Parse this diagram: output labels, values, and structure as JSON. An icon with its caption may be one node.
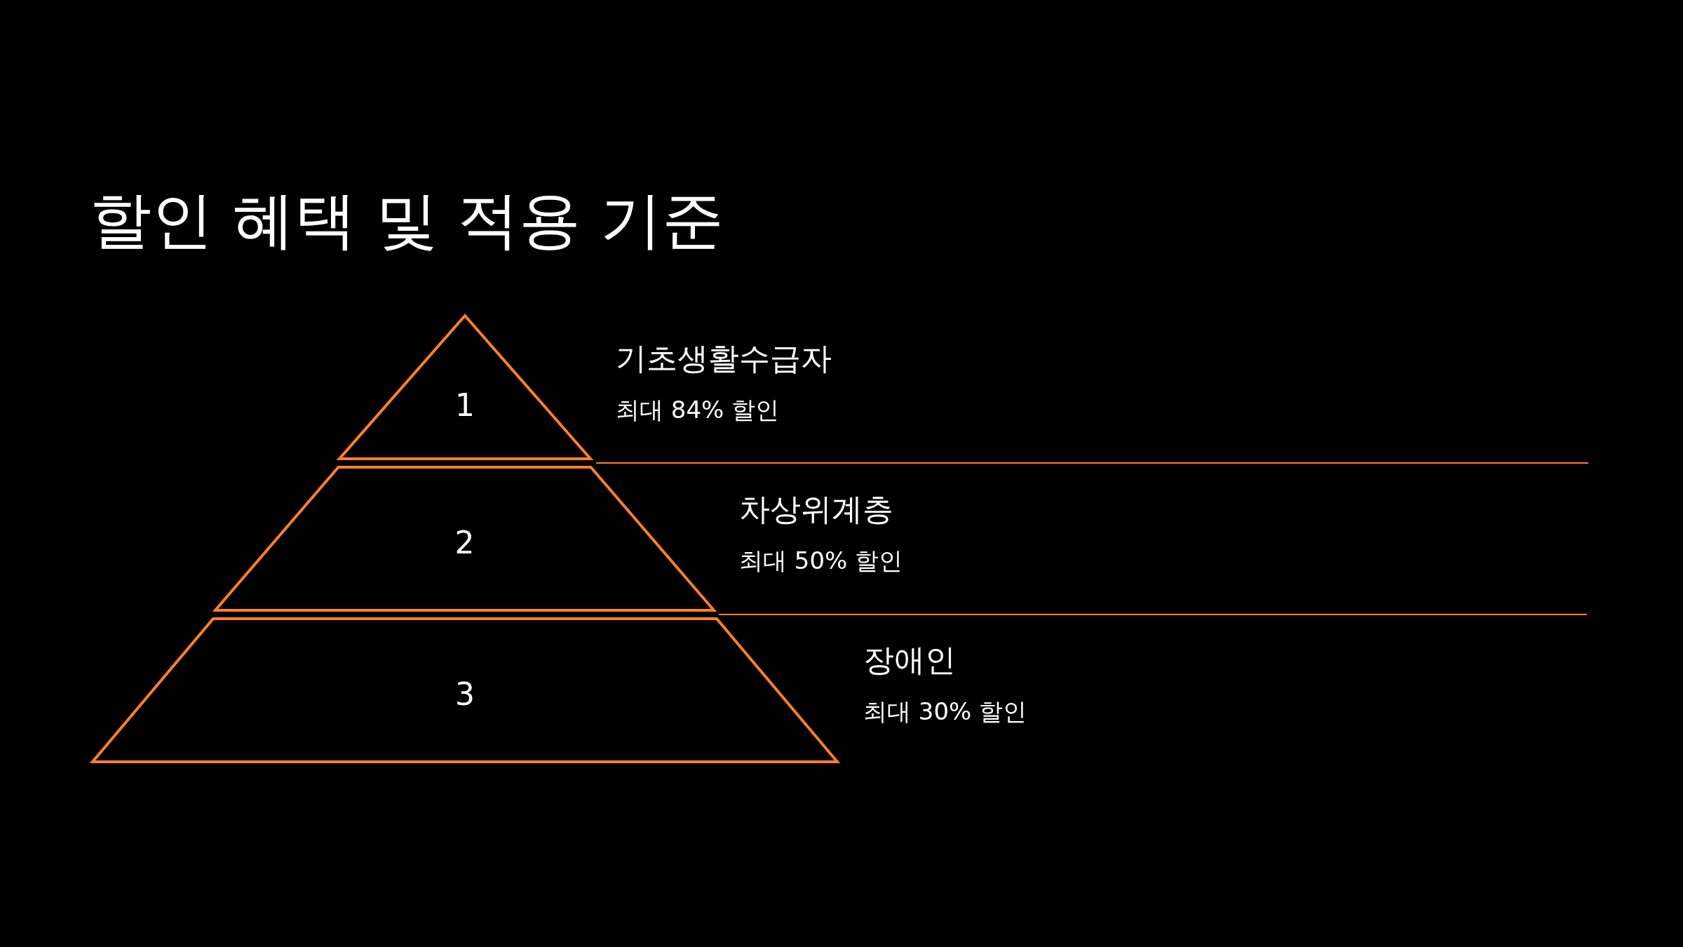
{
  "diagram": {
    "title": "할인 혜택 및 적용 기준",
    "nodes": [
      {
        "text": [
          "1"
        ],
        "beside": [
          "기초생활수급자",
          "최대 84% 할인"
        ]
      },
      {
        "text": [
          "2"
        ],
        "beside": [
          "차상위계층",
          "최대 50% 할인"
        ]
      },
      {
        "text": [
          "3"
        ],
        "beside": [
          "장애인",
          "최대 30% 할인"
        ]
      }
    ]
  }
}
